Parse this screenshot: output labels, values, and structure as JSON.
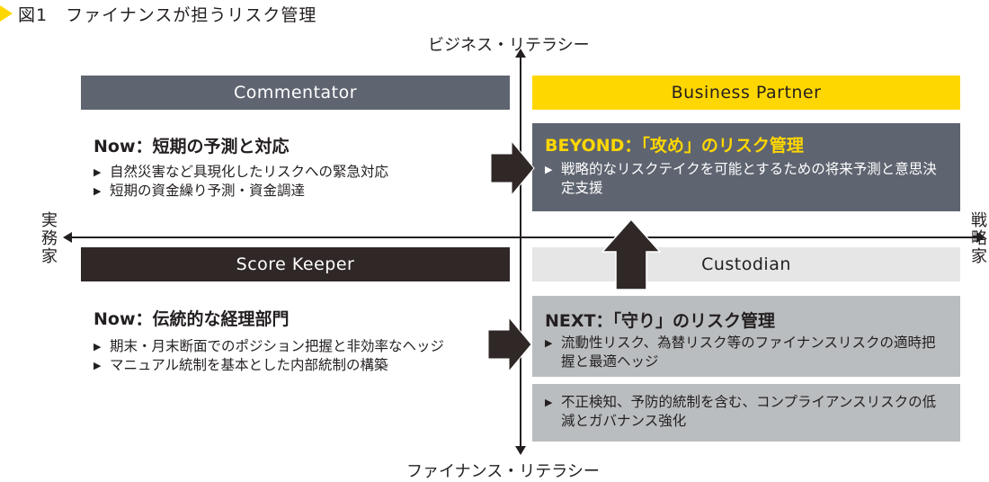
{
  "figure": {
    "title": "図1　ファイナンスが担うリスク管理",
    "title_marker_color": "#ffd700"
  },
  "axes": {
    "top": "ビジネス・リテラシー",
    "bottom": "ファイナンス・リテラシー",
    "left": "実務家",
    "right": "戦略家"
  },
  "quadrants": {
    "commentator": {
      "header": "Commentator",
      "header_color": "#5e6470",
      "title": "Now：短期の予測と対応",
      "bullets": [
        "自然災害など具現化したリスクへの緊急対応",
        "短期の資金繰り予測・資金調達"
      ]
    },
    "business_partner": {
      "header": "Business Partner",
      "header_color": "#ffd700",
      "title": "BEYOND：「攻め」のリスク管理",
      "bullets": [
        "戦略的なリスクテイクを可能とするための将来予測と意思決定支援"
      ]
    },
    "score_keeper": {
      "header": "Score Keeper",
      "header_color": "#2f2827",
      "title": "Now：伝統的な経理部門",
      "bullets": [
        "期末・月末断面でのポジション把握と非効率なヘッジ",
        "マニュアル統制を基本とした内部統制の構築"
      ]
    },
    "custodian": {
      "header": "Custodian",
      "header_color": "#e6e6e6",
      "title": "NEXT：「守り」のリスク管理",
      "bullets": [
        "流動性リスク、為替リスク等のファイナンスリスクの適時把握と最適ヘッジ"
      ],
      "extra_bullets": [
        "不正検知、予防的統制を含む、コンプライアンスリスクの低減とガバナンス強化"
      ]
    }
  },
  "bullet_marker": "▶"
}
